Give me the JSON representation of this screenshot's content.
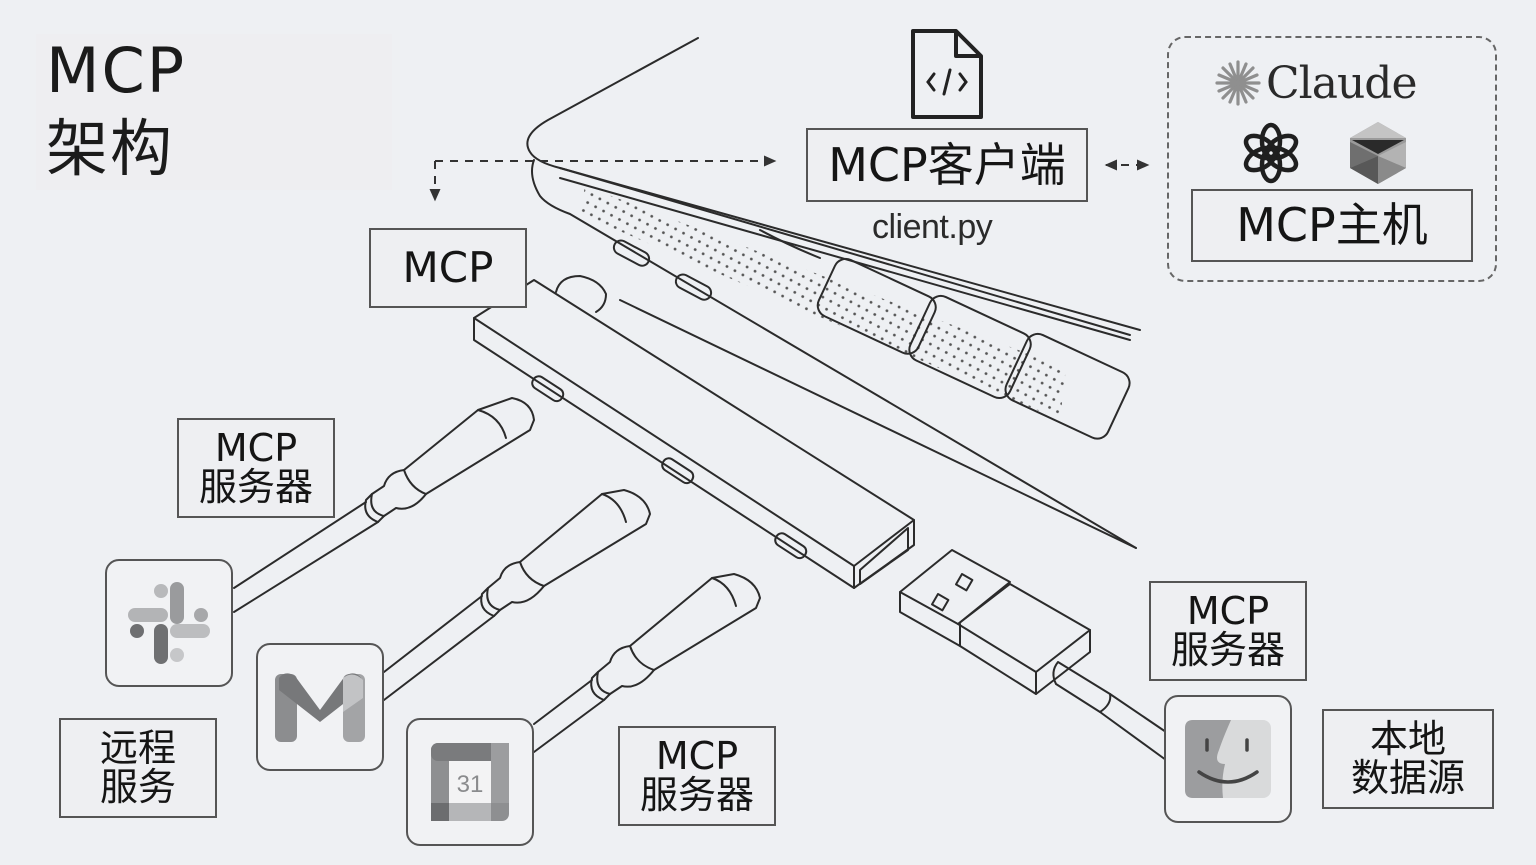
{
  "title": {
    "line1": "MCP",
    "line2": "架构"
  },
  "client": {
    "label": "MCP客户端",
    "file_caption": "client.py",
    "file_icon": "code-file-icon"
  },
  "host": {
    "label": "MCP主机",
    "brand_name": "Claude",
    "icons": [
      "claude-sparkle-icon",
      "openai-logo-icon",
      "cube-logo-icon"
    ]
  },
  "protocol": {
    "label": "MCP"
  },
  "servers": [
    {
      "label_line1": "MCP",
      "label_line2": "服务器",
      "group": "remote"
    },
    {
      "label_line1": "MCP",
      "label_line2": "服务器",
      "group": "remote"
    },
    {
      "label_line1": "MCP",
      "label_line2": "服务器",
      "group": "local"
    }
  ],
  "remote_services": {
    "label_line1": "远程",
    "label_line2": "服务",
    "apps": [
      {
        "name": "Slack",
        "icon": "slack-icon"
      },
      {
        "name": "Gmail",
        "icon": "gmail-icon"
      },
      {
        "name": "Google Calendar",
        "icon": "calendar-icon",
        "badge": "31"
      }
    ]
  },
  "local_data": {
    "label_line1": "本地",
    "label_line2": "数据源",
    "apps": [
      {
        "name": "Finder",
        "icon": "finder-icon"
      }
    ]
  },
  "colors": {
    "background": "#eef0f3",
    "line": "#2b2b2b",
    "box_border": "#555555",
    "icon_gray_dark": "#6f7072",
    "icon_gray_mid": "#9c9d9f",
    "icon_gray_light": "#bfc0c2"
  }
}
